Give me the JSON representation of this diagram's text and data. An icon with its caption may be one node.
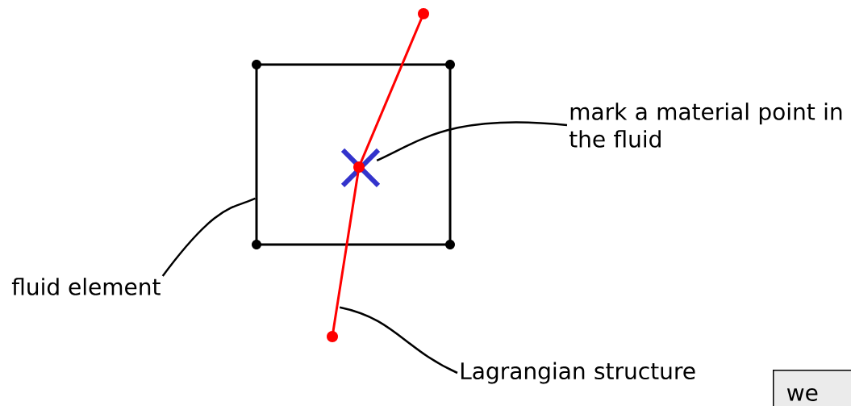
{
  "diagram": {
    "nodes": [
      {
        "text": [],
        "shape": "box"
      },
      {
        "text": [
          "fluid element"
        ]
      },
      {
        "text": [],
        "shape": "cross"
      },
      {
        "text": [
          "mark a material point in the fluid"
        ]
      },
      {
        "text": [],
        "shape": "line"
      },
      {
        "text": [
          "Lagrangian structure"
        ]
      },
      {
        "text": [
          "we"
        ]
      }
    ],
    "edges": [
      {
        "from": 1,
        "to": 0,
        "arrow": "none"
      },
      {
        "from": 3,
        "to": 2,
        "arrow": "none"
      },
      {
        "from": 5,
        "to": 4,
        "arrow": "none"
      }
    ]
  }
}
